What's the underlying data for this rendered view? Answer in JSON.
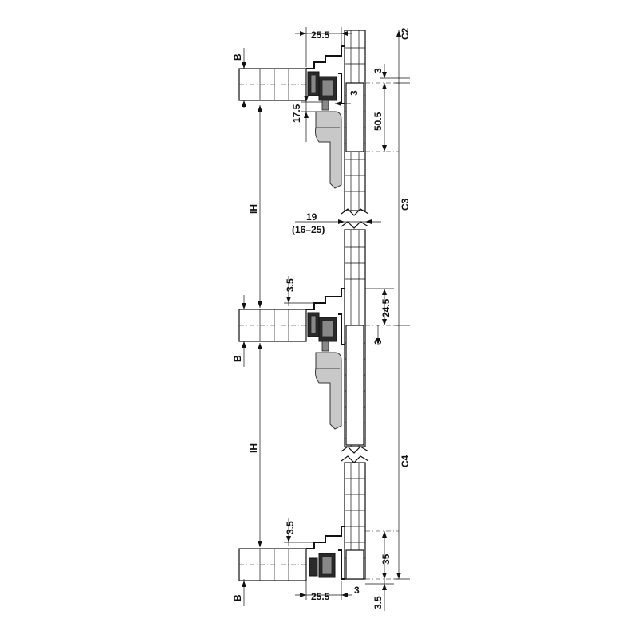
{
  "labels": {
    "top_width": "25.5",
    "bottom_width": "25.5",
    "bottom_gap": "3",
    "panel_thickness": "19",
    "panel_thickness_range": "(16–25)",
    "c2": "C2",
    "c3": "C3",
    "c4": "C4",
    "b_top": "B",
    "b_middle": "B",
    "b_bottom": "B",
    "ih_upper": "IH",
    "ih_lower": "IH",
    "dim_3_upper": "3",
    "dim_3_middle": "3",
    "dim_3_small": "3",
    "dim_50_5": "50.5",
    "dim_17_5": "17.5",
    "dim_24_5": "24.5",
    "dim_3_5_middle": "3.5",
    "dim_3_5_bottom": "3.5",
    "dim_35": "35",
    "dim_3_5_corner": "3.5"
  }
}
